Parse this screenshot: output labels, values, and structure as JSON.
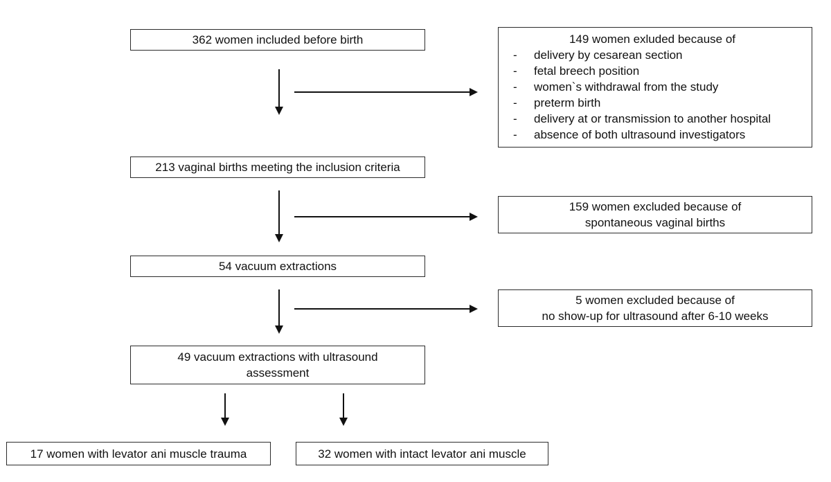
{
  "page": {
    "background_color": "#ffffff",
    "line_color": "#111111",
    "box_border_color": "#2b2b2b"
  },
  "flow": {
    "box_362": {
      "text": "362 women included before birth"
    },
    "box_213": {
      "text": "213 vaginal births meeting the inclusion criteria"
    },
    "box_54": {
      "text": "54 vacuum extractions"
    },
    "box_49": {
      "line1": "49 vacuum extractions with ultrasound",
      "line2": "assessment"
    },
    "box_17": {
      "text": "17 women with levator ani muscle trauma"
    },
    "box_32": {
      "text": "32 women with intact levator ani muscle"
    }
  },
  "exclusions": {
    "box_149": {
      "title": "149 women exluded because of",
      "items": [
        "delivery by cesarean section",
        "fetal breech position",
        "women`s withdrawal from the study",
        "preterm birth",
        "delivery at or transmission to another hospital",
        "absence of both ultrasound investigators"
      ]
    },
    "box_159": {
      "line1": "159 women excluded because of",
      "line2": "spontaneous vaginal births"
    },
    "box_5": {
      "line1": "5 women excluded because of",
      "line2": "no show-up for ultrasound after 6-10 weeks"
    }
  }
}
